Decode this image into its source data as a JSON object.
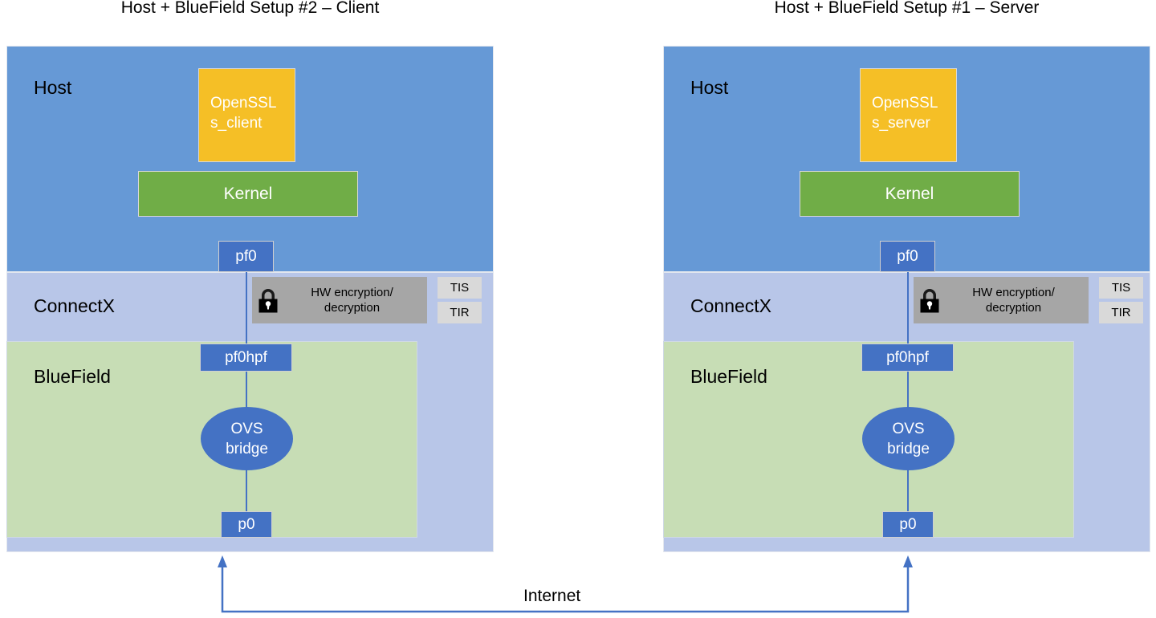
{
  "diagram": {
    "internet_label": "Internet",
    "link_color": "#4472c4",
    "colors": {
      "host": "#6699d6",
      "connectx": "#b8c6e8",
      "bluefield": "#c7ddb5",
      "openssl": "#f5bf26",
      "kernel": "#70ad47",
      "port": "#4472c4",
      "crypto": "#a6a6a6",
      "ti": "#d9d9d9"
    }
  },
  "setups": [
    {
      "title": "Host + BlueField Setup #2 – Client",
      "layers": {
        "host": "Host",
        "connectx": "ConnectX",
        "bluefield": "BlueField"
      },
      "app": {
        "line1": "OpenSSL",
        "line2": "s_client"
      },
      "kernel": "Kernel",
      "ports": {
        "pf0": "pf0",
        "pf0hpf": "pf0hpf",
        "p0": "p0"
      },
      "ovs": {
        "line1": "OVS",
        "line2": "bridge"
      },
      "crypto": {
        "line1": "HW encryption/",
        "line2": "decryption",
        "icon": "lock-icon"
      },
      "ti": {
        "tis": "TIS",
        "tir": "TIR"
      }
    },
    {
      "title": "Host + BlueField Setup #1 – Server",
      "layers": {
        "host": "Host",
        "connectx": "ConnectX",
        "bluefield": "BlueField"
      },
      "app": {
        "line1": "OpenSSL",
        "line2": "s_server"
      },
      "kernel": "Kernel",
      "ports": {
        "pf0": "pf0",
        "pf0hpf": "pf0hpf",
        "p0": "p0"
      },
      "ovs": {
        "line1": "OVS",
        "line2": "bridge"
      },
      "crypto": {
        "line1": "HW encryption/",
        "line2": "decryption",
        "icon": "lock-icon"
      },
      "ti": {
        "tis": "TIS",
        "tir": "TIR"
      }
    }
  ]
}
